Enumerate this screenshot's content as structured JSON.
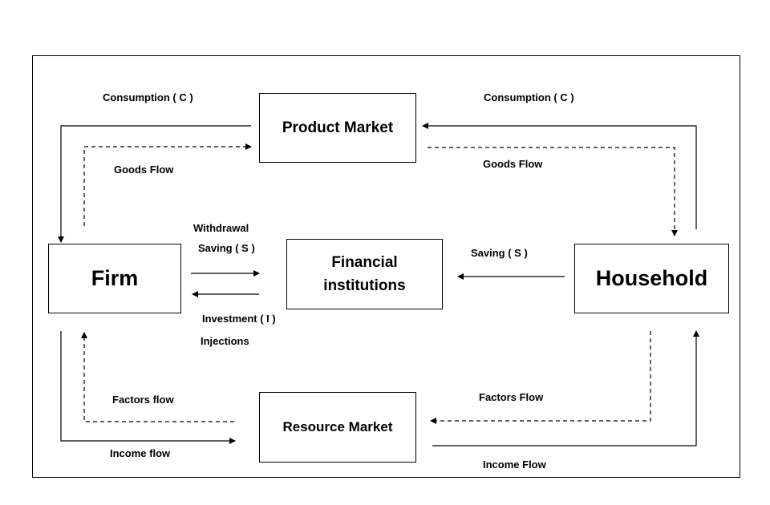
{
  "nodes": {
    "product_market": "Product Market",
    "firm": "Firm",
    "financial_institutions_line1": "Financial",
    "financial_institutions_line2": "institutions",
    "household": "Household",
    "resource_market": "Resource Market"
  },
  "labels": {
    "consumption_left": "Consumption ( C )",
    "consumption_right": "Consumption ( C )",
    "goods_flow_left": "Goods Flow",
    "goods_flow_right": "Goods Flow",
    "withdrawal": "Withdrawal",
    "saving_firm": "Saving ( S )",
    "saving_household": "Saving ( S )",
    "investment": "Investment ( I )",
    "injections": "Injections",
    "factors_flow_left": "Factors flow",
    "factors_flow_right": "Factors Flow",
    "income_flow_left": "Income flow",
    "income_flow_right": "Income Flow"
  }
}
